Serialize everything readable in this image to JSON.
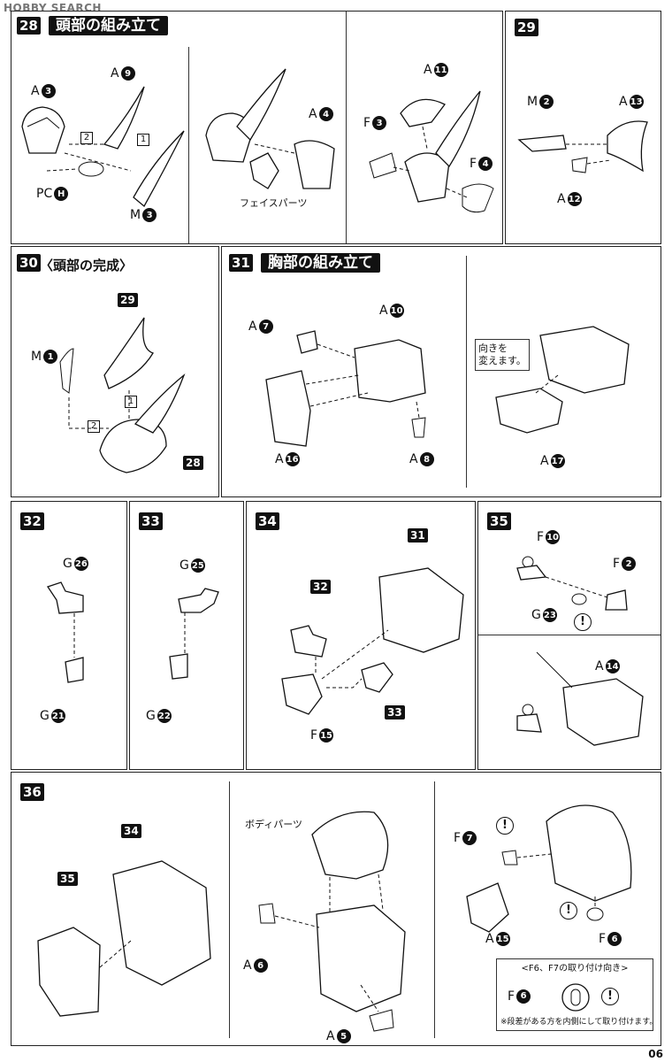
{
  "watermark": "HOBBY SEARCH",
  "page_number": "06",
  "steps": {
    "s28": {
      "no": "28",
      "title": "頭部の組み立て",
      "labels": {
        "a3": "A",
        "a3n": "3",
        "a9": "A",
        "a9n": "9",
        "pch": "PC",
        "pchn": "H",
        "m3": "M",
        "m3n": "3",
        "a4": "A",
        "a4n": "4",
        "a11": "A",
        "a11n": "11",
        "f3": "F",
        "f3n": "3",
        "f4": "F",
        "f4n": "4"
      },
      "face_parts": "フェイスパーツ",
      "seq1": "1",
      "seq2": "2"
    },
    "s29": {
      "no": "29",
      "labels": {
        "m2": "M",
        "m2n": "2",
        "a13": "A",
        "a13n": "13",
        "a12": "A",
        "a12n": "12"
      }
    },
    "s30": {
      "no": "30",
      "title": "〈頭部の完成〉",
      "labels": {
        "m1": "M",
        "m1n": "1"
      },
      "ref29": "29",
      "ref28": "28",
      "seq1": "1",
      "seq2": "2"
    },
    "s31": {
      "no": "31",
      "title": "胸部の組み立て",
      "labels": {
        "a7": "A",
        "a7n": "7",
        "a10": "A",
        "a10n": "10",
        "a16": "A",
        "a16n": "16",
        "a8": "A",
        "a8n": "8",
        "a17": "A",
        "a17n": "17"
      },
      "callout": "向きを\n変えます。"
    },
    "s32": {
      "no": "32",
      "labels": {
        "g26": "G",
        "g26n": "26",
        "g21": "G",
        "g21n": "21"
      }
    },
    "s33": {
      "no": "33",
      "labels": {
        "g25": "G",
        "g25n": "25",
        "g22": "G",
        "g22n": "22"
      }
    },
    "s34": {
      "no": "34",
      "ref31": "31",
      "ref32": "32",
      "ref33": "33",
      "labels": {
        "f15": "F",
        "f15n": "15"
      }
    },
    "s35": {
      "no": "35",
      "labels": {
        "f10": "F",
        "f10n": "10",
        "f2": "F",
        "f2n": "2",
        "g23": "G",
        "g23n": "23",
        "a14": "A",
        "a14n": "14"
      }
    },
    "s36": {
      "no": "36",
      "ref34": "34",
      "ref35": "35",
      "body_parts": "ボディパーツ",
      "labels": {
        "a6": "A",
        "a6n": "6",
        "a5": "A",
        "a5n": "5",
        "f7": "F",
        "f7n": "7",
        "a15": "A",
        "a15n": "15",
        "f6": "F",
        "f6n": "6",
        "f6b": "F",
        "f6bn": "6"
      },
      "orient_title": "<F6、F7の取り付け向き>",
      "note": "※段差がある方を内側にして取り付けます。"
    }
  },
  "warn_mark": "!"
}
